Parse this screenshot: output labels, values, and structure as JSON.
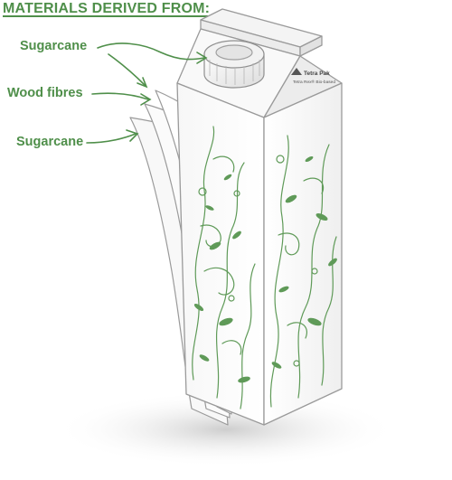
{
  "heading": "MATERIALS DERIVED FROM:",
  "labels": [
    {
      "id": "top-sugarcane",
      "text": "Sugarcane"
    },
    {
      "id": "wood-fibres",
      "text": "Wood fibres"
    },
    {
      "id": "bottom-sugarcane",
      "text": "Sugarcane"
    }
  ],
  "carton_brand": {
    "line1": "Tetra Pak",
    "line2": "Tetra Rex® Bio-based"
  },
  "colors": {
    "accent": "#4f8f4a",
    "outline": "#9a9a9a",
    "vine": "#5f9a58",
    "shadow": "#d6d6d6"
  }
}
